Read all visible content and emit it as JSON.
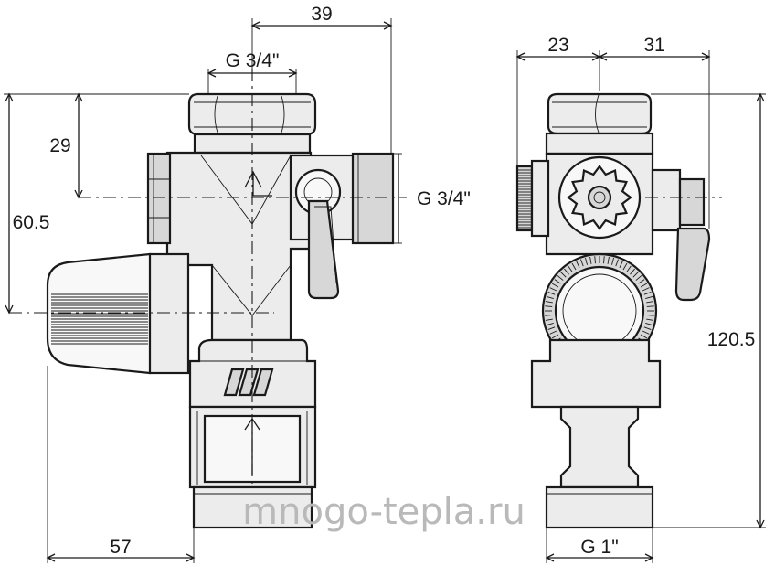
{
  "drawing": {
    "front_view": {
      "dim_top": "39",
      "dim_thread_top": "G 3/4\"",
      "dim_left_29": "29",
      "dim_left_60_5": "60.5",
      "dim_bottom": "57",
      "dim_thread_side": "G 3/4\""
    },
    "side_view": {
      "dim_top_left": "23",
      "dim_top_right": "31",
      "dim_height": "120.5",
      "dim_thread_bottom": "G 1\""
    },
    "watermark": "mnogo-tepla.ru"
  }
}
